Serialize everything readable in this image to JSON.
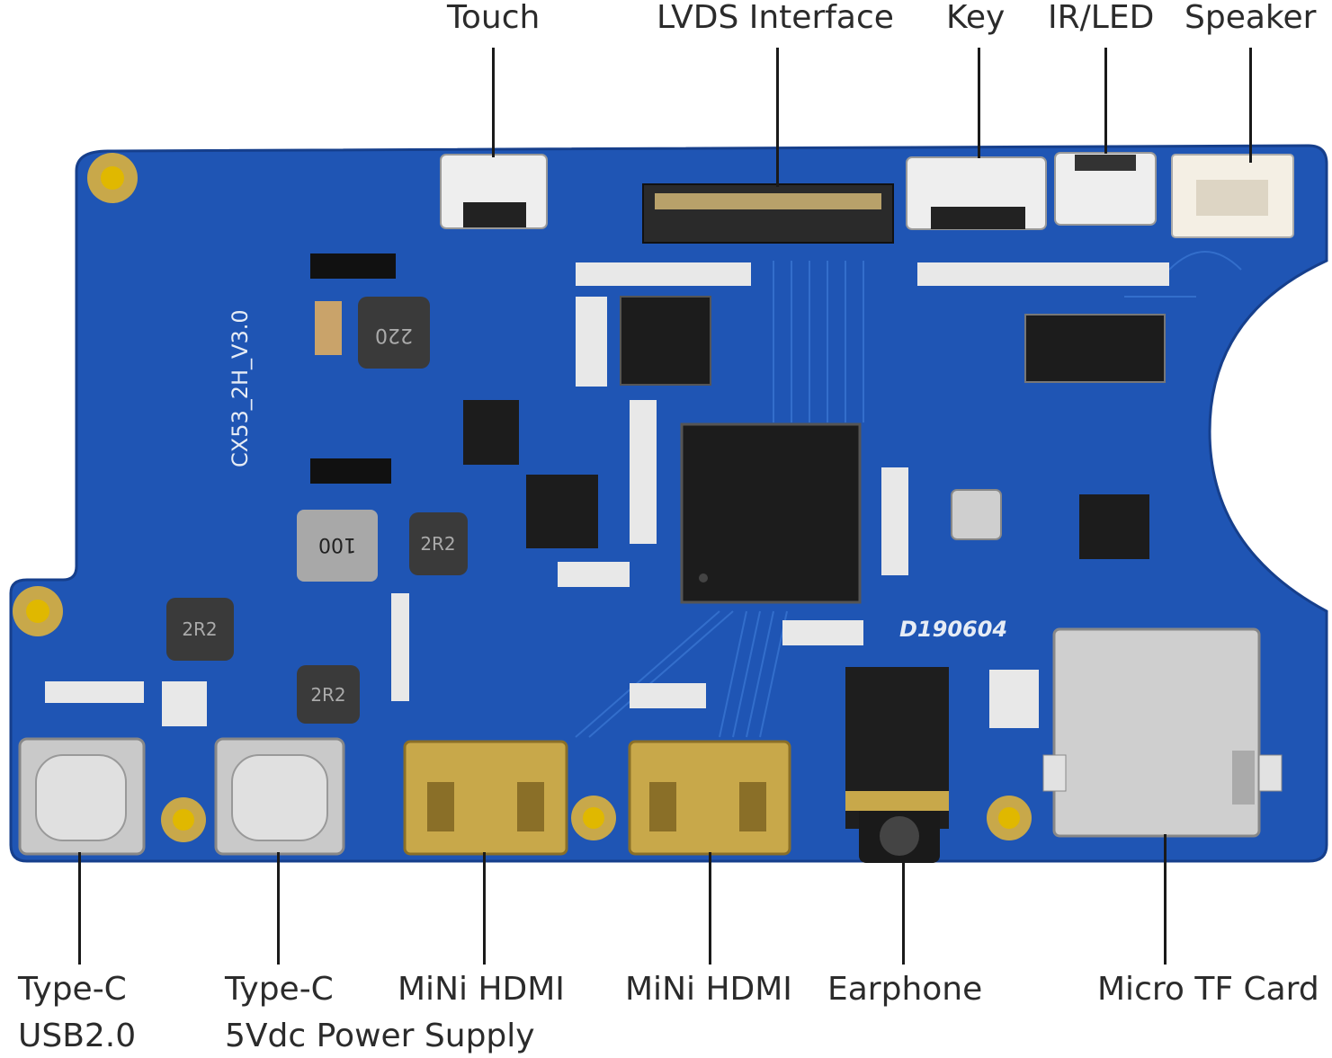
{
  "colors": {
    "pcb": "#1f55b4",
    "pcb_dark": "#163f8c",
    "trace": "#3c79d6",
    "gold": "#c8a84a",
    "metal": "#c9c9c9",
    "chip": "#1c1c1c",
    "connector_white": "#eeeeee",
    "label_text": "#2b2b2b"
  },
  "top_labels": {
    "touch": "Touch",
    "lvds": "LVDS Interface",
    "key": "Key",
    "ir_led": "IR/LED",
    "speaker": "Speaker"
  },
  "bottom_labels": {
    "typec_usb_line1": "Type-C",
    "typec_usb_line2": "USB2.0",
    "typec_power_line1": "Type-C",
    "typec_power_line2": "5Vdc Power Supply",
    "mini_hdmi_1": "MiNi HDMI",
    "mini_hdmi_2": "MiNi HDMI",
    "earphone": "Earphone",
    "micro_tf": "Micro TF Card"
  },
  "board_silkscreen": {
    "model": "CX53_2H_V3.0",
    "date_code": "D190604",
    "inductor_220": "220",
    "inductor_100": "100",
    "inductor_2r2": "2R2"
  }
}
